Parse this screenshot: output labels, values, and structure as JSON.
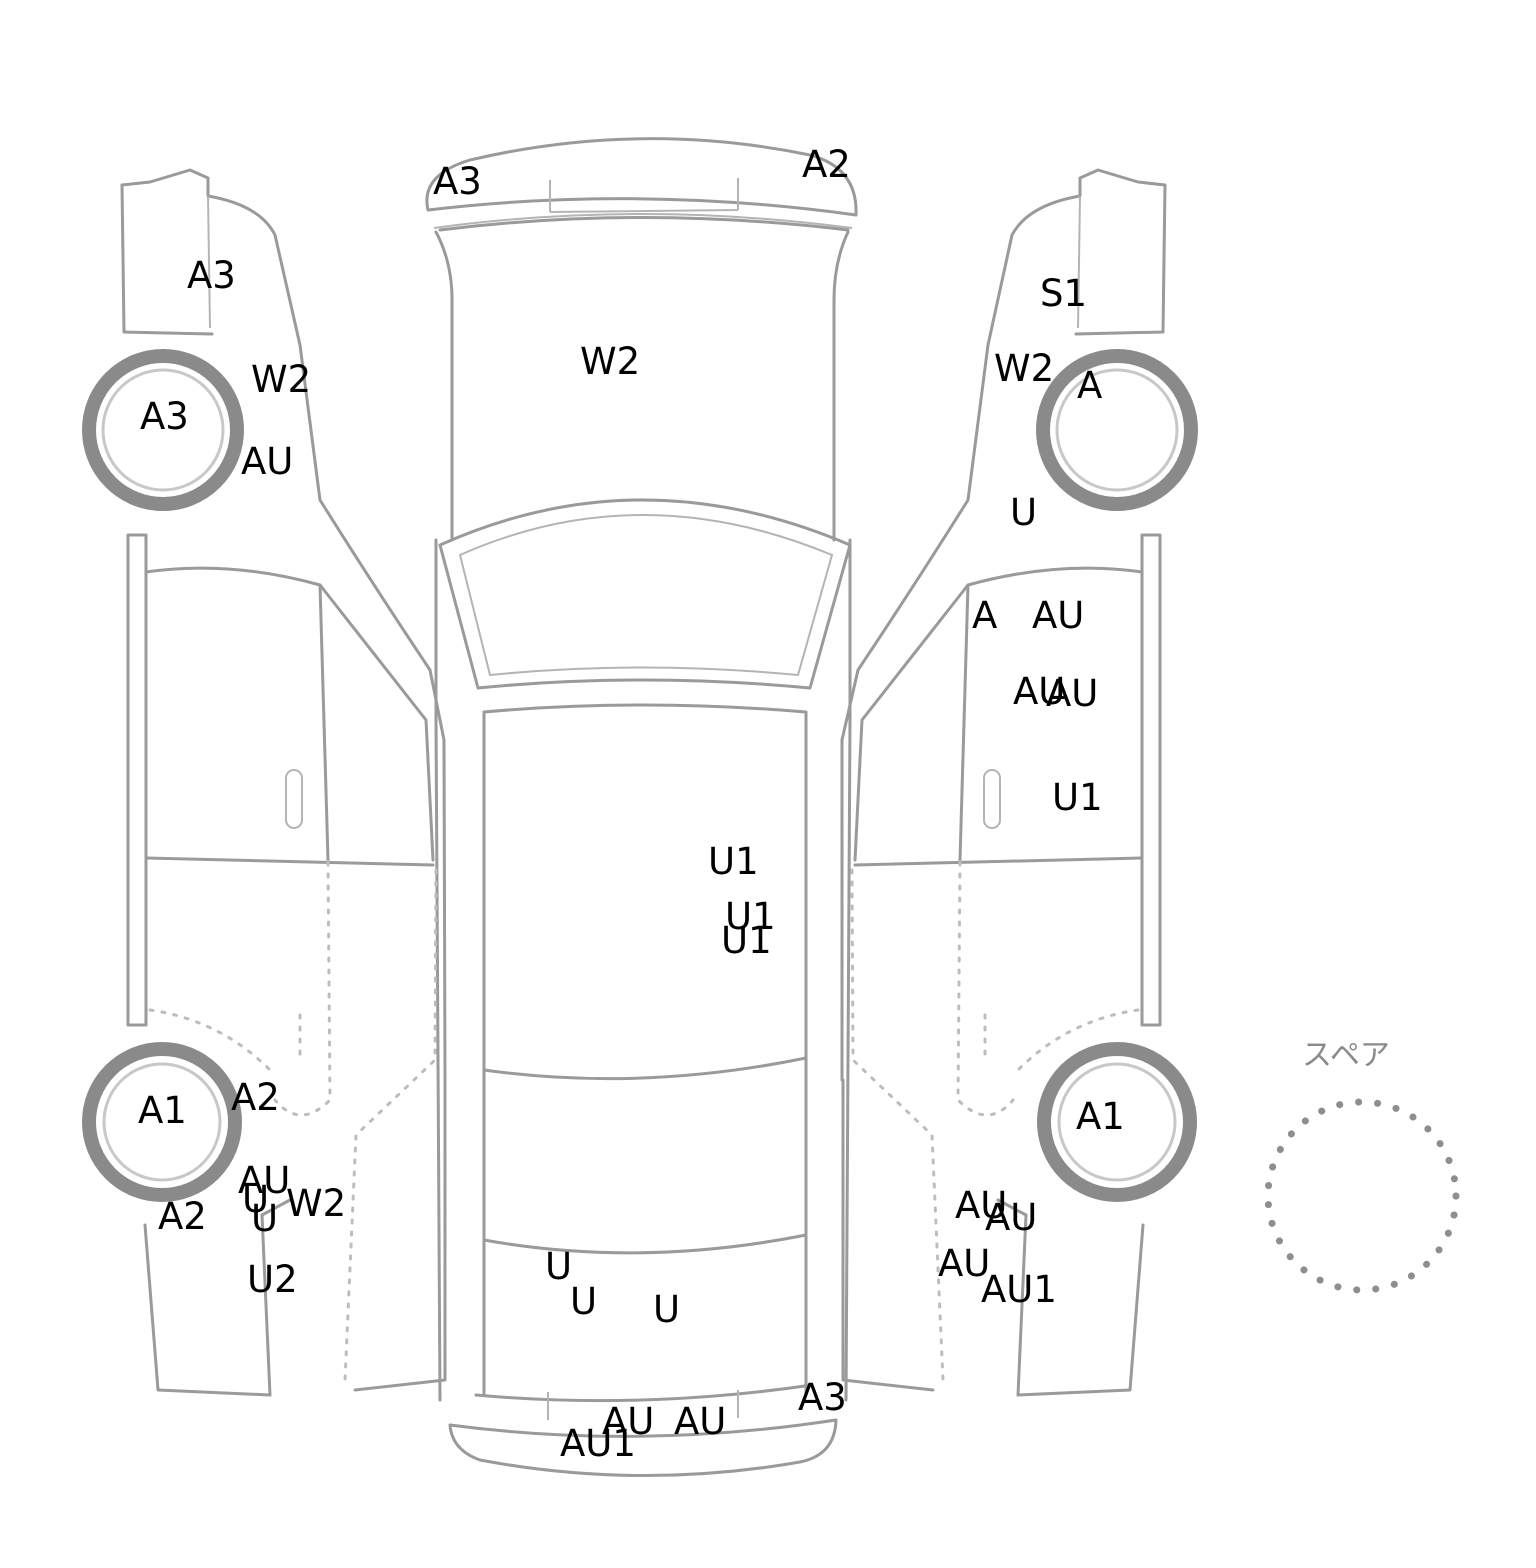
{
  "spare_label": "スペア",
  "damage_codes": [
    {
      "view": "top",
      "code": "A3"
    },
    {
      "view": "top",
      "code": "A2"
    },
    {
      "view": "top",
      "code": "W2"
    },
    {
      "view": "top",
      "code": "U1"
    },
    {
      "view": "top",
      "code": "U1"
    },
    {
      "view": "top",
      "code": "U1"
    },
    {
      "view": "top",
      "code": "U"
    },
    {
      "view": "top",
      "code": "U"
    },
    {
      "view": "top",
      "code": "U"
    },
    {
      "view": "top",
      "code": "AU"
    },
    {
      "view": "top",
      "code": "AU"
    },
    {
      "view": "top",
      "code": "AU1"
    },
    {
      "view": "top",
      "code": "A3"
    },
    {
      "view": "left",
      "code": "A3"
    },
    {
      "view": "left",
      "code": "W2"
    },
    {
      "view": "left",
      "code": "A3"
    },
    {
      "view": "left",
      "code": "AU"
    },
    {
      "view": "left",
      "code": "A1"
    },
    {
      "view": "left",
      "code": "A2"
    },
    {
      "view": "left",
      "code": "AU"
    },
    {
      "view": "left",
      "code": "U"
    },
    {
      "view": "left",
      "code": "W2"
    },
    {
      "view": "left",
      "code": "A2"
    },
    {
      "view": "left",
      "code": "U"
    },
    {
      "view": "left",
      "code": "U2"
    },
    {
      "view": "right",
      "code": "S1"
    },
    {
      "view": "right",
      "code": "W2"
    },
    {
      "view": "right",
      "code": "A"
    },
    {
      "view": "right",
      "code": "U"
    },
    {
      "view": "right",
      "code": "A"
    },
    {
      "view": "right",
      "code": "AU"
    },
    {
      "view": "right",
      "code": "AU"
    },
    {
      "view": "right",
      "code": "AU"
    },
    {
      "view": "right",
      "code": "U1"
    },
    {
      "view": "right",
      "code": "A1"
    },
    {
      "view": "right",
      "code": "AU"
    },
    {
      "view": "right",
      "code": "AU"
    },
    {
      "view": "right",
      "code": "AU"
    },
    {
      "view": "right",
      "code": "AU1"
    }
  ]
}
